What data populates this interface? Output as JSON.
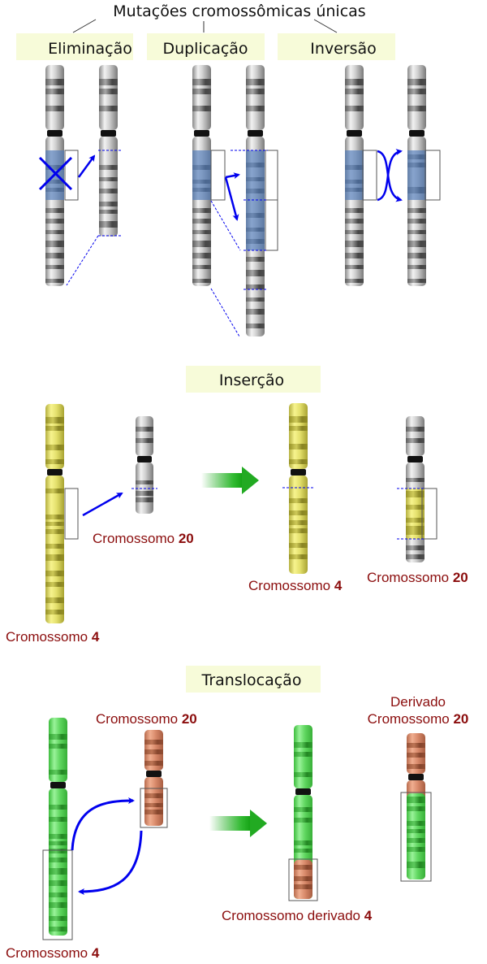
{
  "title": "Mutações cromossômicas únicas",
  "single_mutations": [
    {
      "label": "Eliminação"
    },
    {
      "label": "Duplicação"
    },
    {
      "label": "Inversão"
    }
  ],
  "insertion": {
    "title": "Inserção",
    "source_chr4_label": "Cromossomo ",
    "source_chr4_num": "4",
    "source_chr20_label": "Cromossomo ",
    "source_chr20_num": "20",
    "result_chr4_label": "Cromossomo ",
    "result_chr4_num": "4",
    "result_chr20_label": "Cromossomo ",
    "result_chr20_num": "20"
  },
  "translocation": {
    "title": "Translocação",
    "source_chr20_label": "Cromossomo ",
    "source_chr20_num": "20",
    "source_chr4_label": "Cromossomo ",
    "source_chr4_num": "4",
    "derived_chr20_line1": "Derivado",
    "derived_chr20_label": "Cromossomo ",
    "derived_chr20_num": "20",
    "derived_chr4_label": "Cromossomo derivado ",
    "derived_chr4_num": "4"
  },
  "colors": {
    "header_box": "#f7fbd9",
    "arrow_blue": "#0000ee",
    "highlight_blue": "#4f79b8",
    "label_red": "#8b0d0d",
    "chr4_yellow": "#e6e27a",
    "chr_green": "#5fd65f",
    "chr20_orange": "#d8896a",
    "chr_gray": "#b8b8b8",
    "process_arrow": "#22aa22"
  }
}
